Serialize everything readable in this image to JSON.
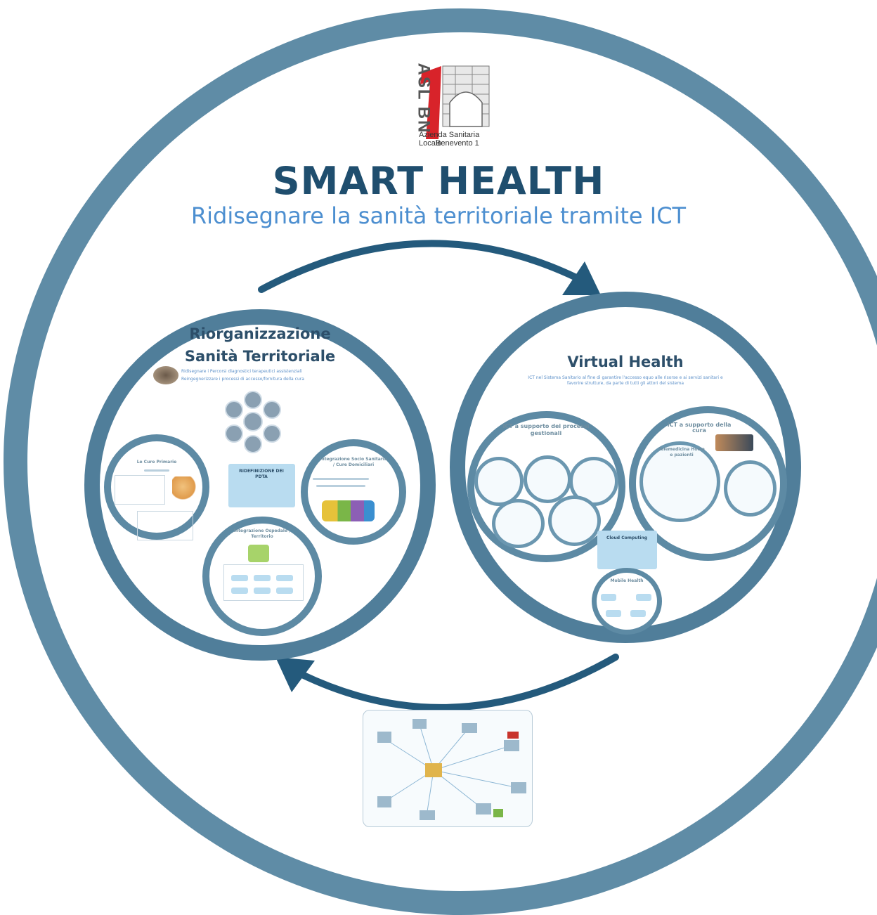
{
  "logo": {
    "vertical_text": "ASL BN",
    "numeral": "1",
    "caption_line1": "Azienda Sanitaria Locale",
    "caption_line2": "Benevento 1"
  },
  "header": {
    "title": "SMART HEALTH",
    "subtitle": "Ridisegnare la sanità territoriale tramite ICT"
  },
  "left_section": {
    "title_line1": "Riorganizzazione",
    "title_line2": "Sanità Territoriale",
    "bullets": [
      "Ridisegnare i Percorsi diagnostici terapeutici assistenziali",
      "Reingegnerizzare i processi di accesso/fornitura della cura"
    ],
    "sub_primary": "Le Cure Primarie",
    "sub_center_box": "RIDEFINIZIONE DEI PDTA",
    "sub_right": "Integrazione Socio Sanitaria / Cure Domiciliari",
    "sub_bottom": "Integrazione Ospedale / Territorio"
  },
  "right_section": {
    "title": "Virtual Health",
    "description": "ICT nel Sistema Sanitario al fine di garantire l'accesso equo alle risorse e ai servizi sanitari e favorire strutture, da parte di tutti gli attori del sistema",
    "sub_left": "ICT a supporto dei processi gestionali",
    "sub_right": "ICT a supporto della cura",
    "sub_right_inner": "Telemedicina Home e pazienti",
    "cloud_box": "Cloud Computing",
    "mobile": "Mobile Health"
  },
  "colors": {
    "outer_ring": "#5f8ca6",
    "inner_ring": "#507e9a",
    "title": "#1f4e6e",
    "subtitle": "#4d8fd0",
    "arrow": "#245a7c",
    "logo_red": "#d8232a"
  }
}
